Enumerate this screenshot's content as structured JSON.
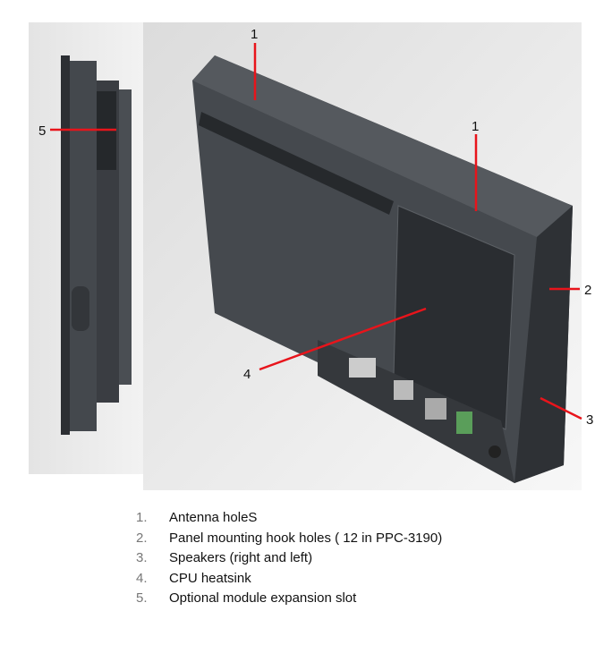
{
  "callouts": {
    "c1a": "1",
    "c1b": "1",
    "c2": "2",
    "c3": "3",
    "c4": "4",
    "c5": "5"
  },
  "colors": {
    "callout_line": "#e8141b",
    "chassis": "#3e4247"
  },
  "legend": [
    {
      "num": "1.",
      "label": "Antenna holeS"
    },
    {
      "num": "2.",
      "label": "Panel mounting hook holes ( 12 in PPC-3190)"
    },
    {
      "num": "3.",
      "label": "Speakers (right and left)"
    },
    {
      "num": "4.",
      "label": "CPU heatsink"
    },
    {
      "num": "5.",
      "label": "Optional module expansion slot"
    }
  ]
}
